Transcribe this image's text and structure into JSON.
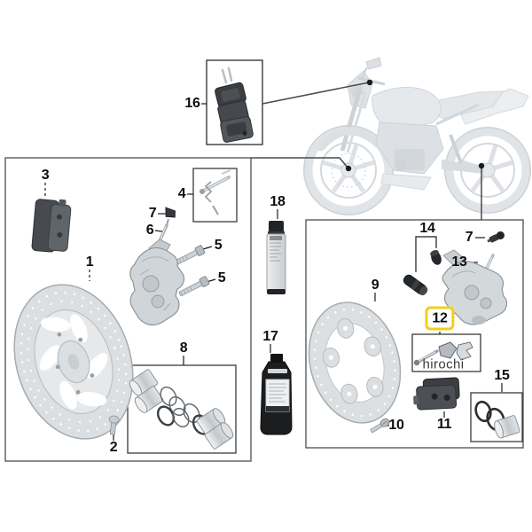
{
  "watermark": "hirochi",
  "highlight_color": "#F2CF1B",
  "labels": {
    "p1": "1",
    "p2": "2",
    "p3": "3",
    "p4": "4",
    "p5a": "5",
    "p5b": "5",
    "p6": "6",
    "p7_front": "7",
    "p7_rear": "7",
    "p8": "8",
    "p9": "9",
    "p10": "10",
    "p11": "11",
    "p12": "12",
    "p13": "13",
    "p14": "14",
    "p15": "15",
    "p16": "16",
    "p17": "17",
    "p18": "18"
  }
}
